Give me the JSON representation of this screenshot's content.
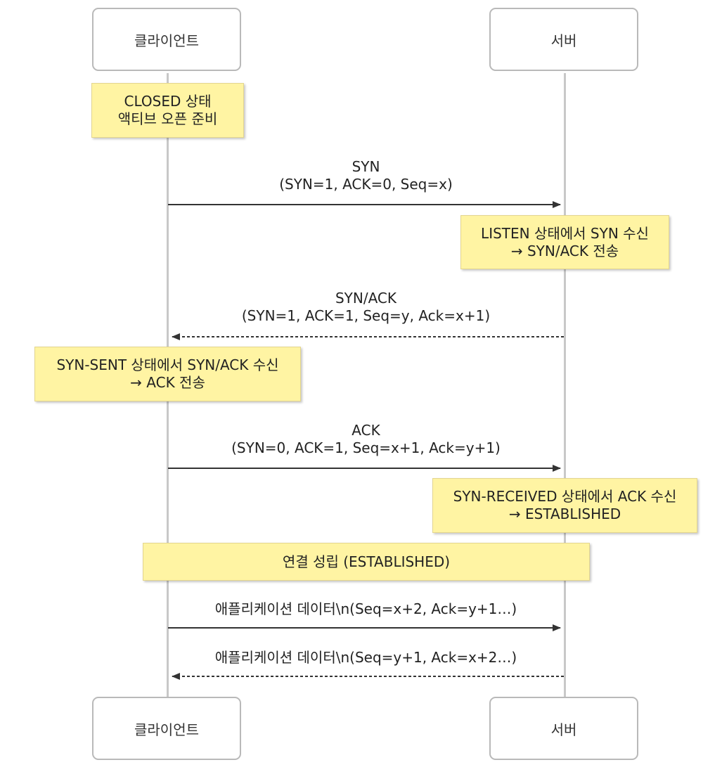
{
  "participants": {
    "client": "클라이언트",
    "server": "서버"
  },
  "notes": {
    "client_closed": [
      "CLOSED 상태",
      "액티브 오픈 준비"
    ],
    "server_listen": [
      "LISTEN 상태에서 SYN 수신",
      "→ SYN/ACK 전송"
    ],
    "client_syn_sent": [
      "SYN-SENT 상태에서 SYN/ACK 수신",
      "→ ACK 전송"
    ],
    "server_syn_received": [
      "SYN-RECEIVED 상태에서 ACK 수신",
      "→ ESTABLISHED"
    ],
    "established": "연결 성립 (ESTABLISHED)"
  },
  "messages": [
    {
      "from": "client",
      "to": "server",
      "style": "solid",
      "lines": [
        "SYN",
        "(SYN=1, ACK=0, Seq=x)"
      ]
    },
    {
      "from": "server",
      "to": "client",
      "style": "dashed",
      "lines": [
        "SYN/ACK",
        "(SYN=1, ACK=1, Seq=y, Ack=x+1)"
      ]
    },
    {
      "from": "client",
      "to": "server",
      "style": "solid",
      "lines": [
        "ACK",
        "(SYN=0, ACK=1, Seq=x+1, Ack=y+1)"
      ]
    },
    {
      "from": "client",
      "to": "server",
      "style": "solid",
      "lines": [
        "애플리케이션 데이터\\n(Seq=x+2, Ack=y+1…)"
      ]
    },
    {
      "from": "server",
      "to": "client",
      "style": "dashed",
      "lines": [
        "애플리케이션 데이터\\n(Seq=y+1, Ack=x+2…)"
      ]
    }
  ],
  "colors": {
    "note_fill": "#fff4a3",
    "lifeline": "#c8c8c8",
    "arrow": "#333333"
  }
}
